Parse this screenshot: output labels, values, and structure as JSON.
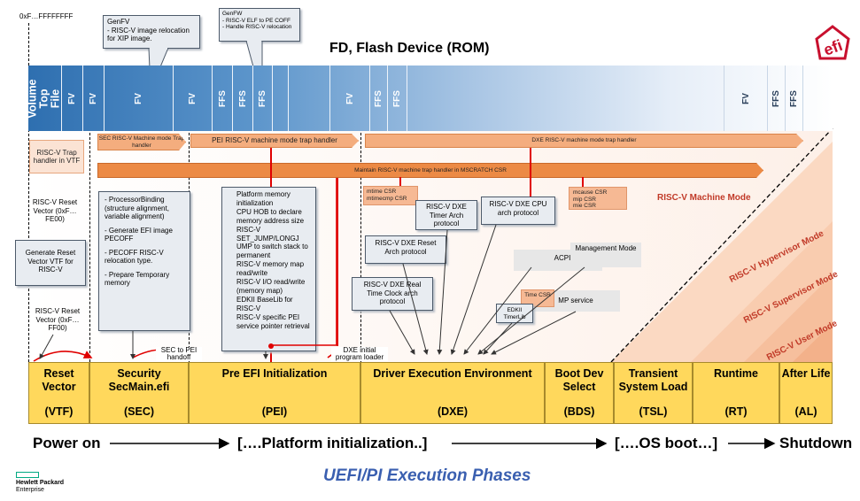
{
  "top_address": "0xF…FFFFFFFF",
  "callout_genfv": "GenFV\n- RISC-V image relocation for XIP image.",
  "callout_genfw": "GenFW\n- RISC-V ELF to PE COFF\n- Handle RISC-V relocation",
  "flash_title": "FD, Flash Device (ROM)",
  "flash_cells": [
    "Volume Top File",
    "FV",
    "FV",
    "FV",
    "FV",
    "FFS",
    "FFS",
    "FFS",
    "FV",
    "FFS",
    "FFS",
    "FV",
    "FFS",
    "FFS"
  ],
  "trap": {
    "vtf_box": "RISC-V Trap handler in VTF",
    "sec": "SEC RISC-V Machine mode Trap handler",
    "pei": "PEI RISC-V machine mode trap handler",
    "dxe": "DXE RISC-V machine mode trap handler",
    "mscratch": "Maintain RISC-V machine trap handler in MSCRATCH CSR"
  },
  "left_notes": {
    "reset_vector_top": "RISC-V Reset Vector (0xF…FE00)",
    "generate_vtf": "Generate Reset Vector VTF for RISC-V",
    "reset_vector_bottom": "RISC-V Reset Vector (0xF…FF00)"
  },
  "sec_notes": [
    "- ProcessorBinding (structure alignment, variable alignment)",
    "- Generate EFI image PECOFF",
    "- PECOFF RISC-V relocation type.",
    "- Prepare Temporary memory"
  ],
  "pei_notes": [
    "Platform memory initialization",
    "CPU HOB to declare memory address size",
    "RISC-V SET_JUMP/LONGJ UMP to switch stack to permanent",
    "RISC-V memory map read/write",
    "RISC-V I/O read/write (memory map)",
    "EDKII BaseLib for RISC-V",
    "RISC-V specific PEI service pointer retrieval"
  ],
  "dxe": {
    "mtime_csr": "mtime CSR\nmtimecmp CSR",
    "timer_arch": "RISC-V DXE Timer Arch protocol",
    "cpu_arch": "RISC-V DXE CPU arch protocol",
    "mcause_csr": "mcause CSR\nmip CSR\nmie CSR",
    "reset_arch": "RISC-V DXE Reset Arch protocol",
    "rtc_arch": "RISC-V DXE Real Time Clock arch protocol",
    "acpi": "ACPI",
    "management_mode": "Management Mode",
    "time_csr": "Time CSR",
    "mp_service": "MP service",
    "timerlib": "EDKII TimerLib"
  },
  "modes": {
    "machine": "RISC-V Machine Mode",
    "hypervisor": "RISC-V Hypervisor Mode",
    "supervisor": "RISC-V Supervisor Mode",
    "user": "RISC-V User Mode"
  },
  "handoff": {
    "sec_to_pei": "SEC to PEI handoff",
    "dxe_loader": "DXE initial program loader"
  },
  "phases": [
    {
      "top": "Reset Vector",
      "bottom": "(VTF)"
    },
    {
      "top": "Security SecMain.efi",
      "bottom": "(SEC)"
    },
    {
      "top": "Pre EFI Initialization",
      "bottom": "(PEI)"
    },
    {
      "top": "Driver Execution Environment",
      "bottom": "(DXE)"
    },
    {
      "top": "Boot Dev Select",
      "bottom": "(BDS)"
    },
    {
      "top": "Transient System Load",
      "bottom": "(TSL)"
    },
    {
      "top": "Runtime",
      "bottom": "(RT)"
    },
    {
      "top": "After Life",
      "bottom": "(AL)"
    }
  ],
  "timeline": {
    "power_on": "Power on",
    "platform_init": "[….Platform initialization..]",
    "os_boot": "[….OS boot…]",
    "shutdown": "Shutdown"
  },
  "footer": {
    "caption": "UEFI/PI Execution Phases",
    "company_line1": "Hewlett Packard",
    "company_line2": "Enterprise"
  },
  "colors": {
    "phase_fill": "#ffd85c",
    "trap_fill": "#f4ad7e",
    "flash_blue": "#2e6fb0",
    "mode_text": "#c13a28",
    "caption_blue": "#3a5fb0",
    "hpe_green": "#01a982"
  }
}
